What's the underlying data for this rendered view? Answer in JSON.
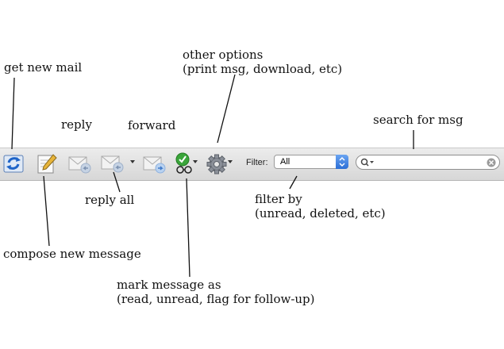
{
  "annotations": {
    "get_new_mail": "get new mail",
    "other_options": "other options\n(print msg, download, etc)",
    "reply": "reply",
    "forward": "forward",
    "search_for_msg": "search for msg",
    "reply_all": "reply all",
    "filter_by": "filter by\n(unread, deleted, etc)",
    "compose_new_message": "compose new message",
    "mark_message_as": "mark message as\n(read, unread, flag for follow-up)"
  },
  "toolbar": {
    "filter_label": "Filter:",
    "filter_value": "All",
    "search_value": "",
    "search_placeholder": ""
  },
  "icons": [
    "refresh-mail-icon",
    "compose-icon",
    "reply-icon",
    "reply-all-icon",
    "forward-icon",
    "mark-check-icon",
    "gear-icon",
    "search-icon",
    "clear-icon"
  ],
  "colors": {
    "toolbar_bg": "#e0e0e0",
    "accent_blue": "#2c6fd6",
    "check_green": "#3aa53a"
  }
}
